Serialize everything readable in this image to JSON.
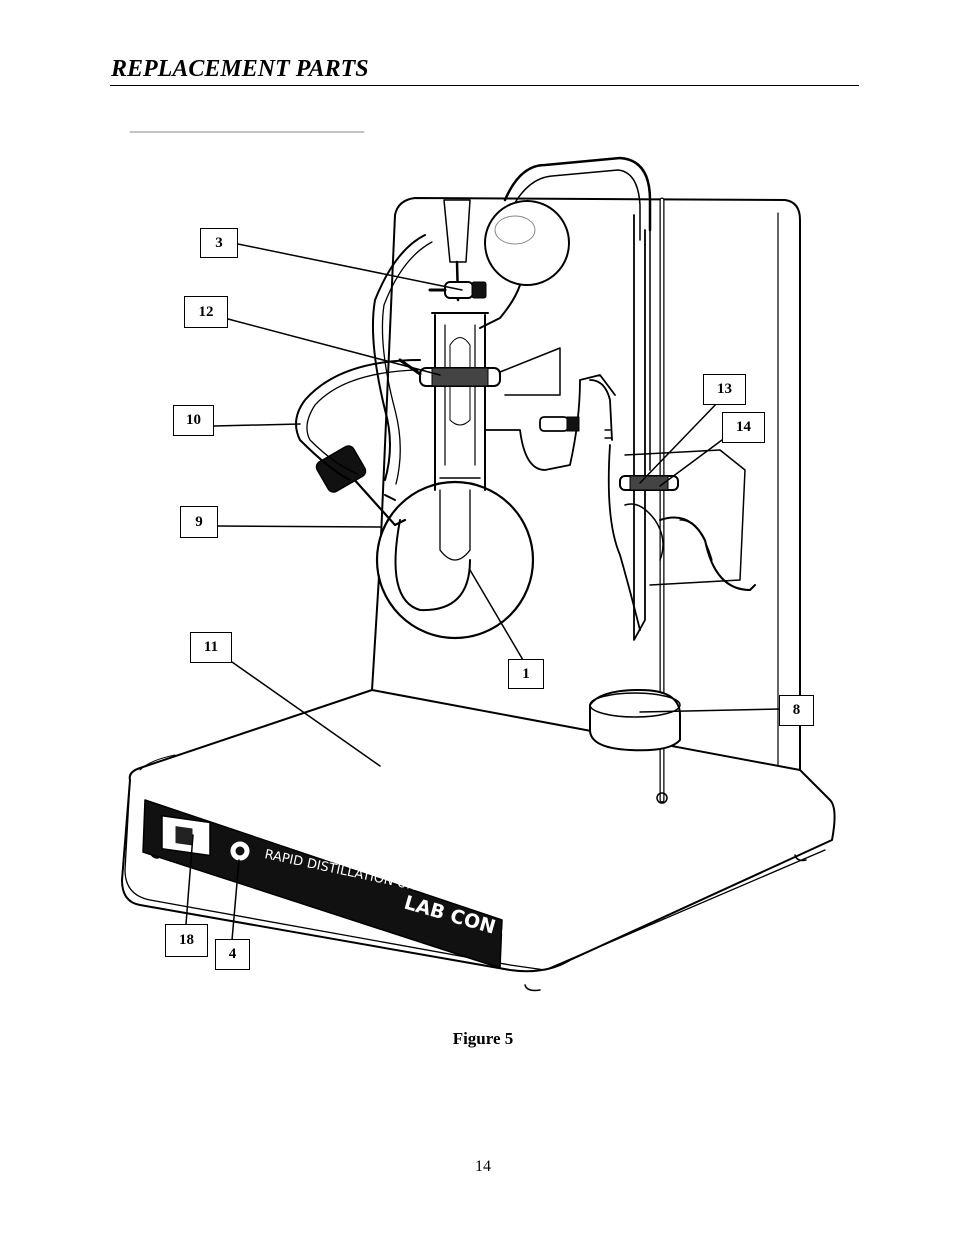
{
  "heading": "REPLACEMENT PARTS",
  "figure": {
    "caption": "Figure 5",
    "panel_text": "RAPID DISTILLATION UNIT",
    "brand": "LAB CON CO",
    "callouts": [
      "3",
      "12",
      "10",
      "9",
      "11",
      "13",
      "14",
      "1",
      "8",
      "18",
      "4"
    ]
  },
  "page_number": "14"
}
